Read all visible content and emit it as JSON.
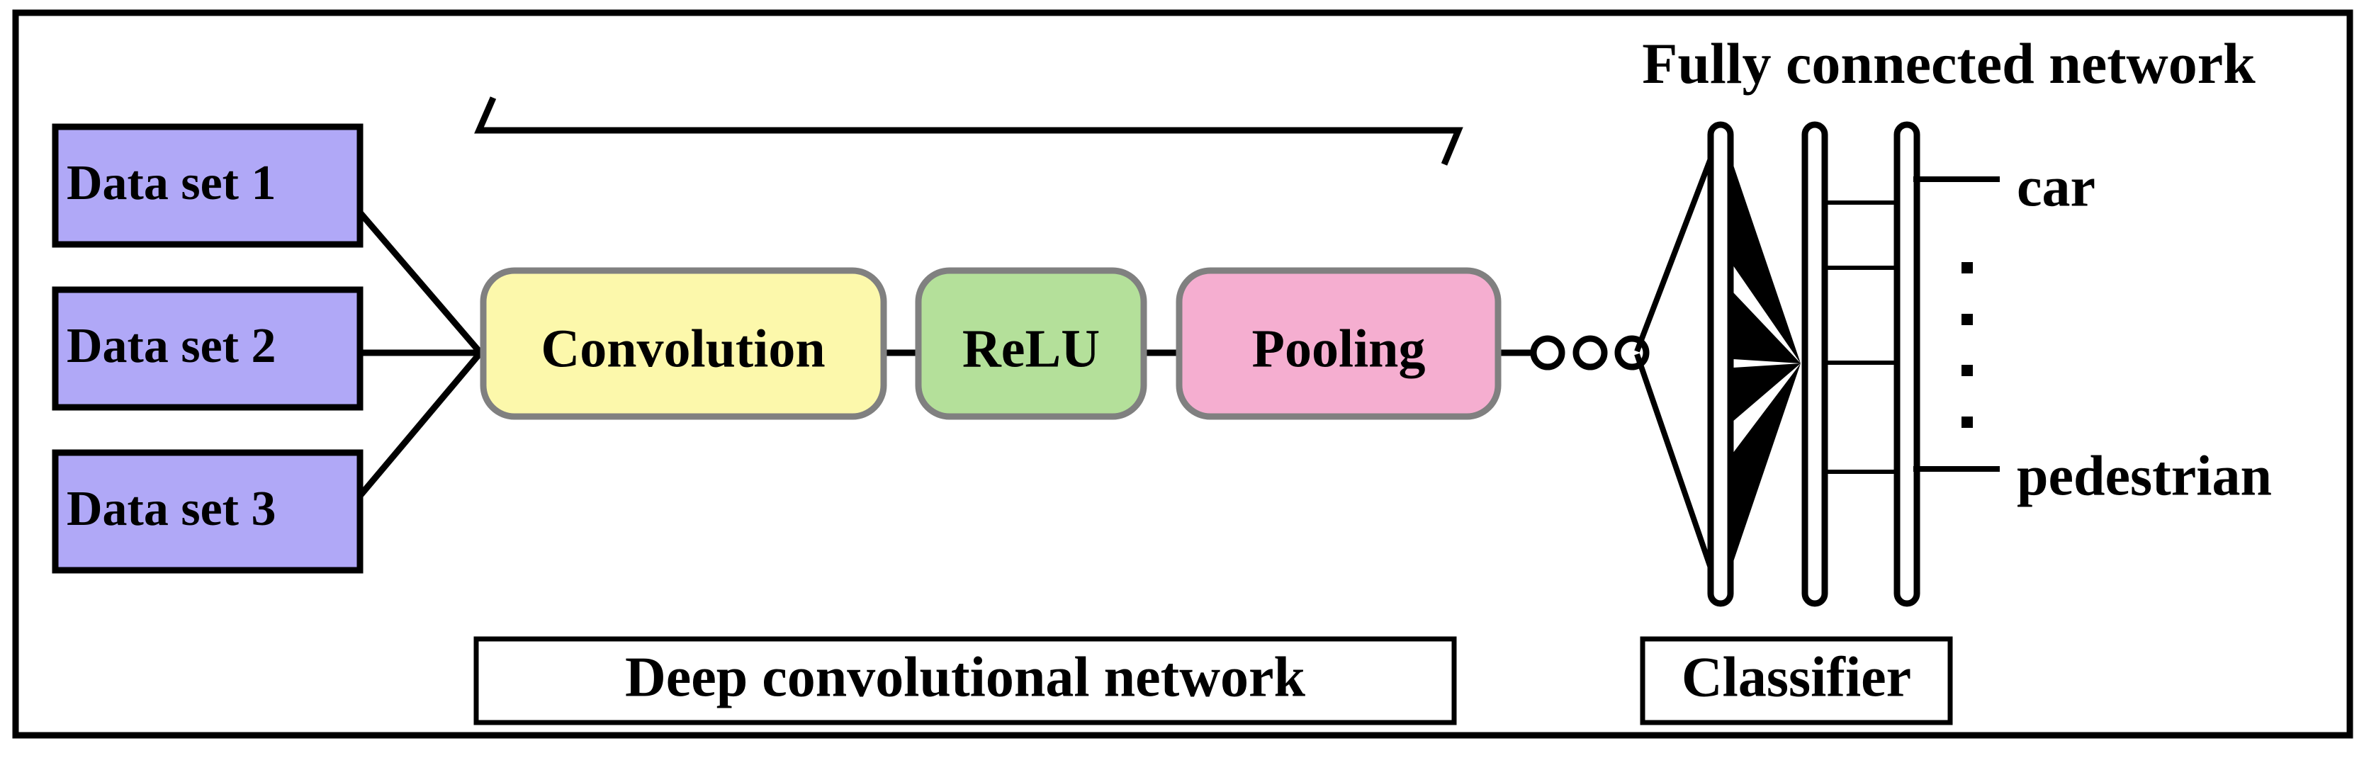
{
  "figure": {
    "title_top_right": "Fully connected network",
    "caption_left": "Deep convolutional network",
    "caption_right": "Classifier",
    "frame_color": "#000000",
    "background": "#ffffff"
  },
  "inputs": {
    "fill_color": "#b0a8f7",
    "border_color": "#000000",
    "items": [
      {
        "label": "Data set 1"
      },
      {
        "label": "Data set 2"
      },
      {
        "label": "Data set 3"
      }
    ]
  },
  "pipeline": {
    "stages": [
      {
        "label": "Convolution",
        "fill_color": "#fcf8ab",
        "border_color": "#808080"
      },
      {
        "label": "ReLU",
        "fill_color": "#b4e09a",
        "border_color": "#808080"
      },
      {
        "label": "Pooling",
        "fill_color": "#f5aed0",
        "border_color": "#808080"
      }
    ],
    "ellipsis_nodes": 3,
    "ellipsis_shape": "hollow-circle"
  },
  "classifier": {
    "layers": 3,
    "layer_shape": "rounded-vertical-bar",
    "fan_color": "#000000",
    "vertical_ellipsis_dots": 4,
    "outputs": [
      {
        "label": "car"
      },
      {
        "label": "pedestrian"
      }
    ]
  },
  "annotations": {
    "flow_bracket": "deep-convolutional-network-span-bracket"
  }
}
